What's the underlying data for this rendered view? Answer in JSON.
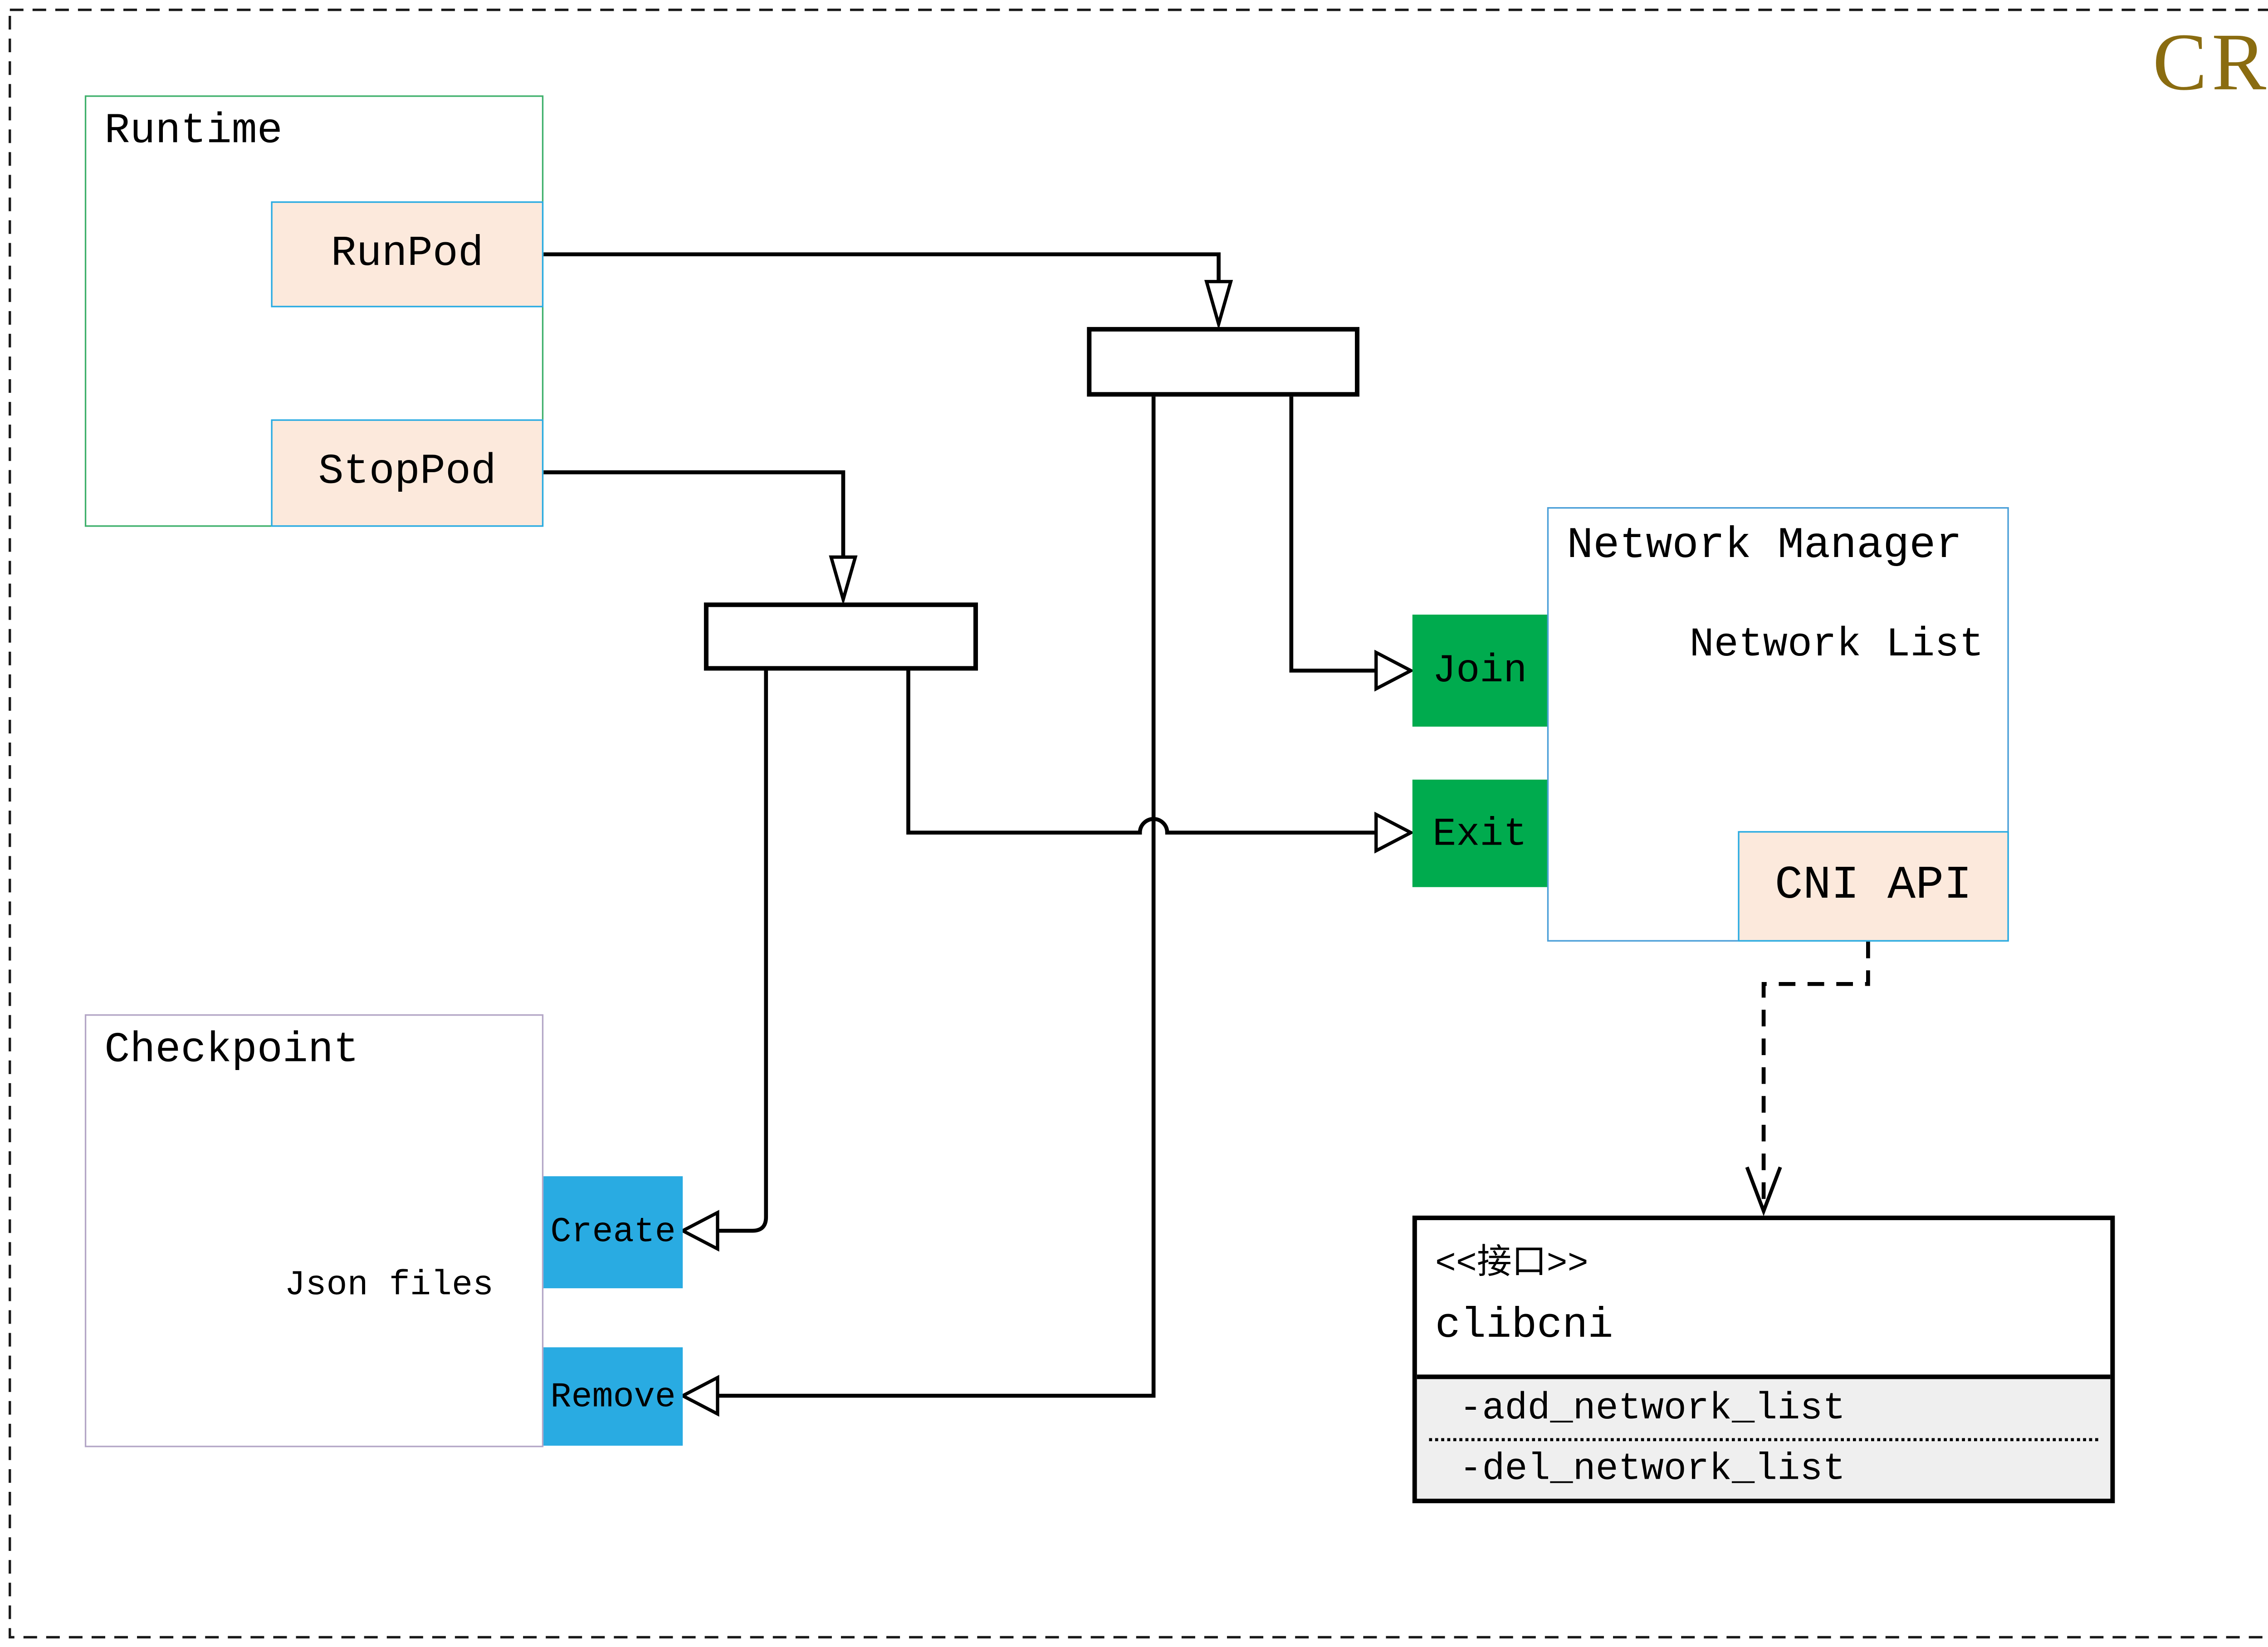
{
  "title": "CRI",
  "runtime": {
    "title": "Runtime",
    "runpod_label": "RunPod",
    "stoppod_label": "StopPod"
  },
  "checkpoint": {
    "title": "Checkpoint",
    "database_label": "Json files",
    "create_label": "Create",
    "remove_label": "Remove"
  },
  "network_manager": {
    "title": "Network Manager",
    "database_label": "Network List",
    "join_label": "Join",
    "exit_label": "Exit",
    "cni_api_label": "CNI API"
  },
  "interface": {
    "stereotype": "<<接口>>",
    "name": "clibcni",
    "method_add": "-add_network_list",
    "method_del": "-del_network_list"
  },
  "colors": {
    "title_gold": "#8a6c10",
    "runtime_border_green": "#3eb06b",
    "checkpoint_border_purple": "#b3a6c6",
    "nm_border_blue": "#4a9fd8",
    "accent_cyan_border": "#29abe2",
    "peach_fill": "#fce9dc",
    "green_fill": "#00ab4e",
    "cyan_fill": "#29abe2",
    "section_gray_fill": "#efefef",
    "cylinder_gray": "#6a6a6a",
    "line_black": "#000000"
  }
}
